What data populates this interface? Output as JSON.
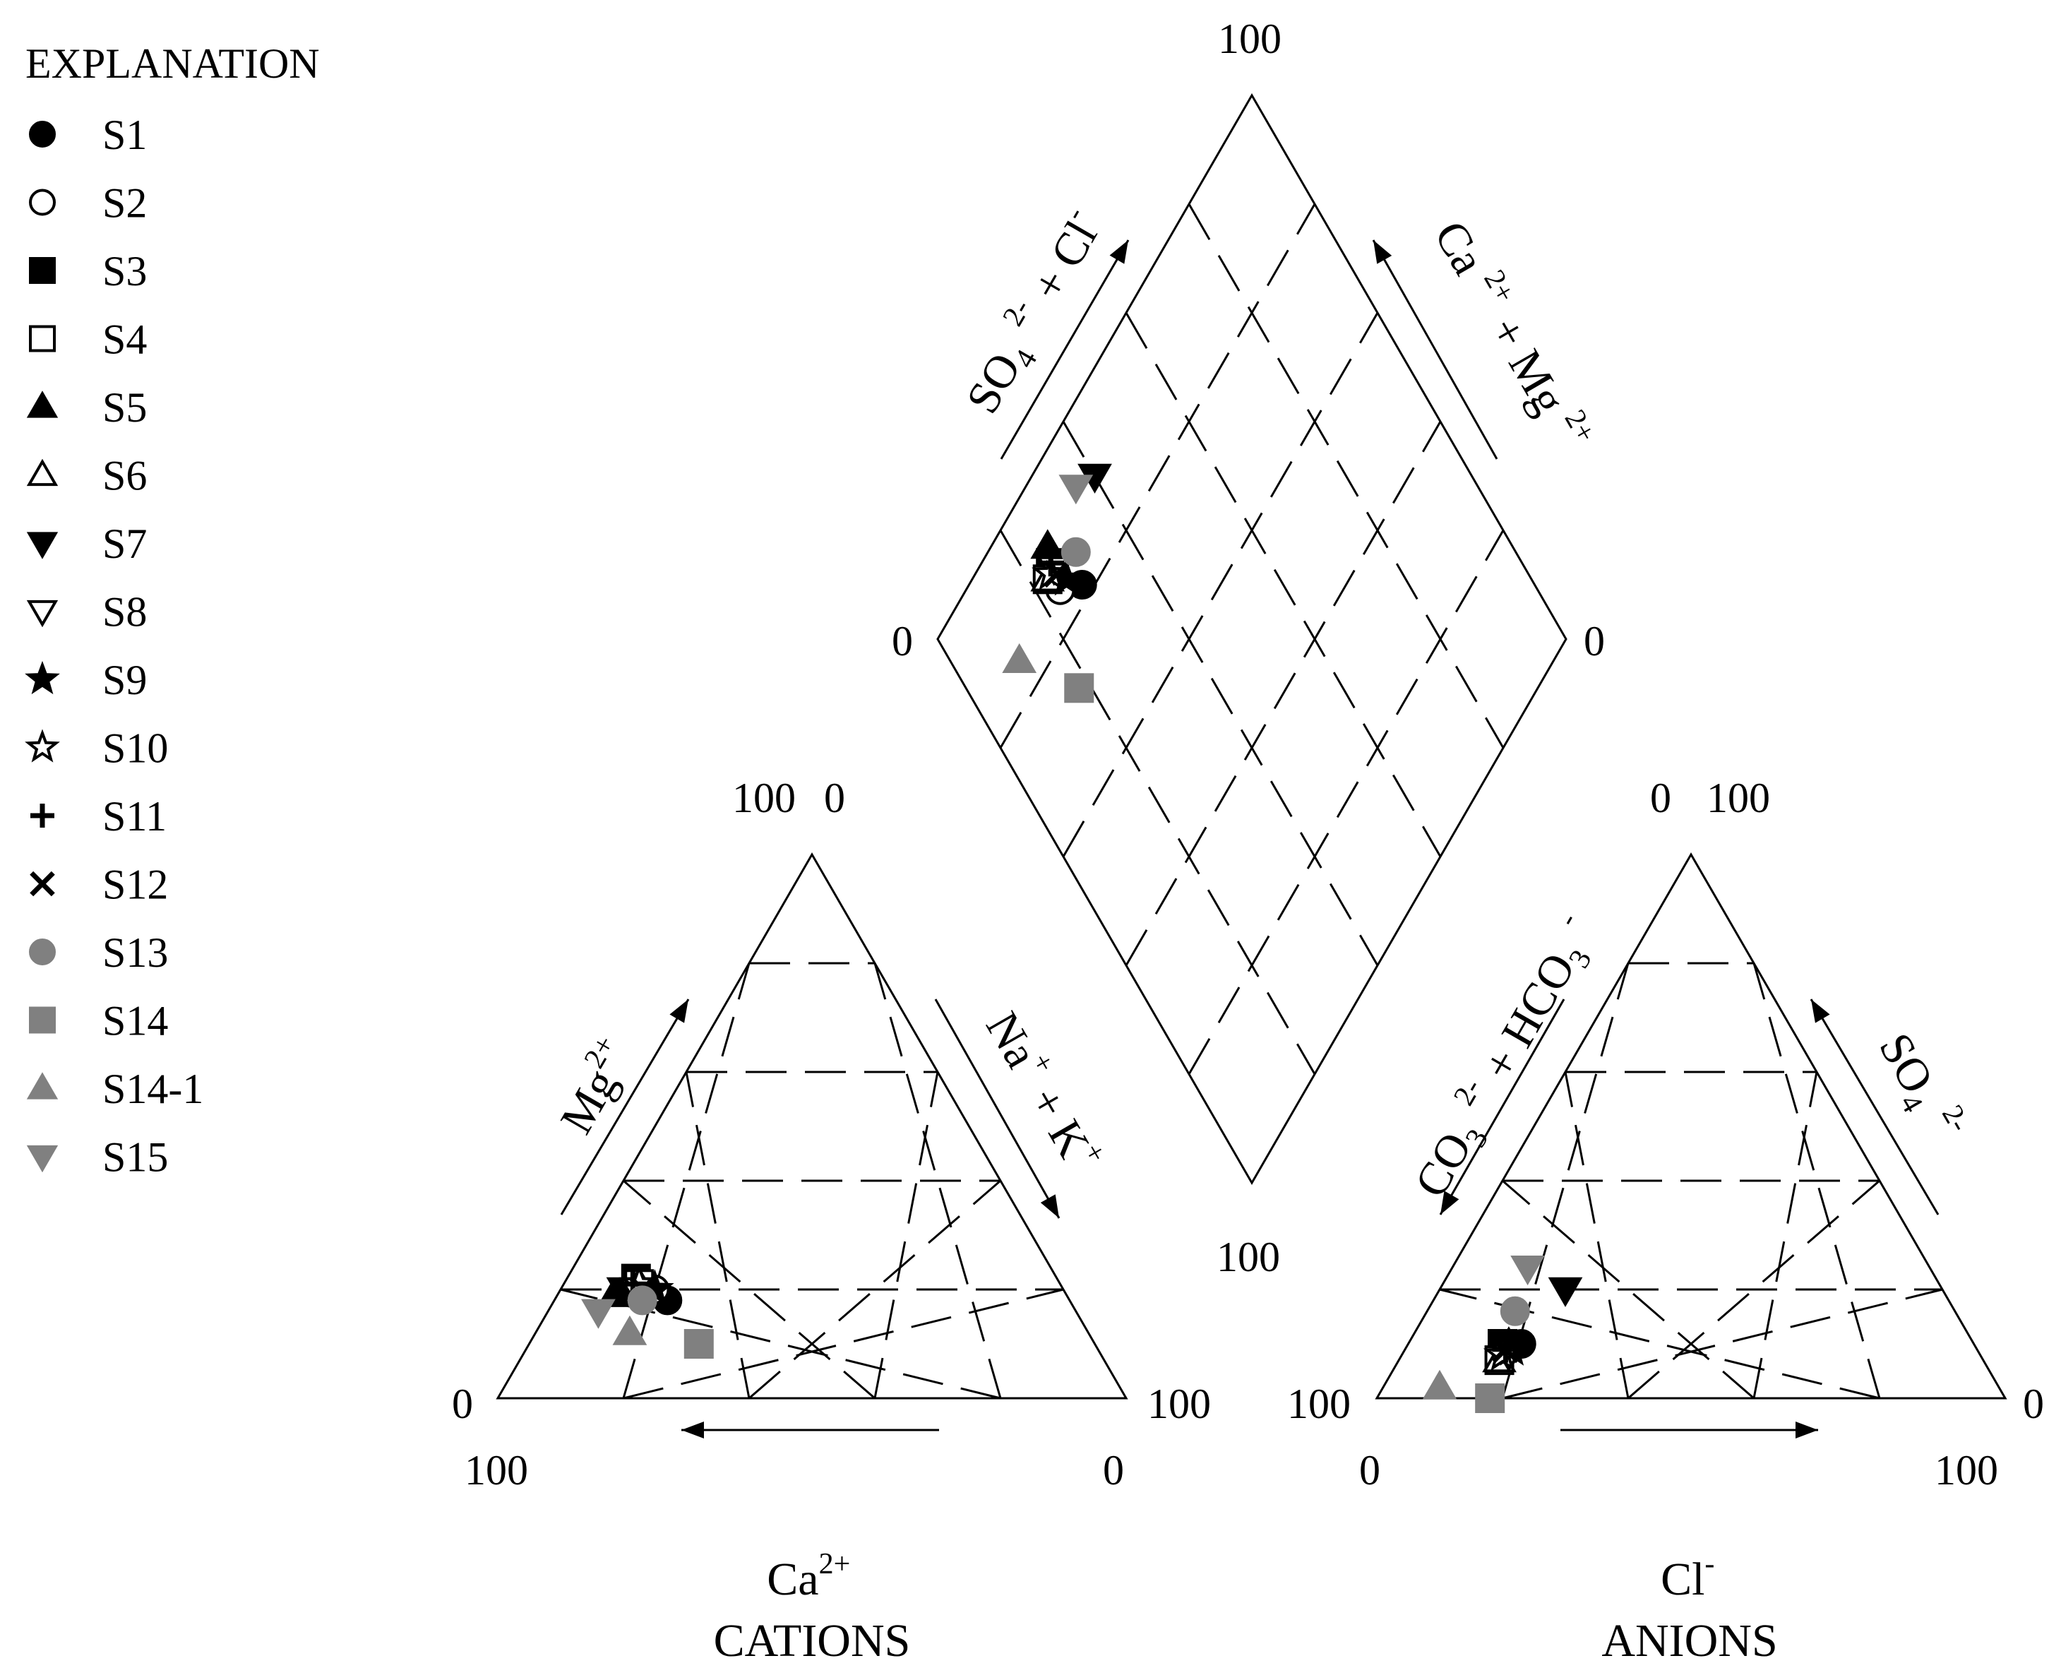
{
  "chart_data": {
    "type": "scatter",
    "title": "",
    "legend": {
      "title": "EXPLANATION",
      "placement": "top-left",
      "entries": [
        {
          "label": "S1",
          "marker": "circle",
          "fill": "filled",
          "color": "#000000"
        },
        {
          "label": "S2",
          "marker": "circle",
          "fill": "open",
          "color": "#000000"
        },
        {
          "label": "S3",
          "marker": "square",
          "fill": "filled",
          "color": "#000000"
        },
        {
          "label": "S4",
          "marker": "square",
          "fill": "open",
          "color": "#000000"
        },
        {
          "label": "S5",
          "marker": "triangle-up",
          "fill": "filled",
          "color": "#000000"
        },
        {
          "label": "S6",
          "marker": "triangle-up",
          "fill": "open",
          "color": "#000000"
        },
        {
          "label": "S7",
          "marker": "triangle-down",
          "fill": "filled",
          "color": "#000000"
        },
        {
          "label": "S8",
          "marker": "triangle-down",
          "fill": "open",
          "color": "#000000"
        },
        {
          "label": "S9",
          "marker": "star",
          "fill": "filled",
          "color": "#000000"
        },
        {
          "label": "S10",
          "marker": "star",
          "fill": "open",
          "color": "#000000"
        },
        {
          "label": "S11",
          "marker": "plus",
          "fill": "filled",
          "color": "#000000"
        },
        {
          "label": "S12",
          "marker": "cross",
          "fill": "filled",
          "color": "#000000"
        },
        {
          "label": "S13",
          "marker": "circle",
          "fill": "filled",
          "color": "#808080"
        },
        {
          "label": "S14",
          "marker": "square",
          "fill": "filled",
          "color": "#808080"
        },
        {
          "label": "S14-1",
          "marker": "triangle-up",
          "fill": "filled",
          "color": "#808080"
        },
        {
          "label": "S15",
          "marker": "triangle-down",
          "fill": "filled",
          "color": "#808080"
        }
      ]
    },
    "cation_triangle": {
      "title": "CATIONS",
      "axis_labels": {
        "left": "Mg",
        "left_sup": "2+",
        "right": "Na",
        "right_sup": "+",
        "right2": "+ K",
        "right2_sup": "+",
        "bottom": "Ca",
        "bottom_sup": "2+"
      },
      "tick_labels": {
        "apex_left": "100",
        "apex_right": "0",
        "left_corner_upper": "0",
        "left_corner_lower": "100",
        "right_corner_upper": "100",
        "right_corner_lower": "0"
      }
    },
    "anion_triangle": {
      "title": "ANIONS",
      "axis_labels": {
        "left": "CO",
        "left_sub": "3",
        "left_sup": "2-",
        "left2": "+ HCO",
        "left2_sub": "3",
        "left2_sup": "-",
        "right": "SO",
        "right_sub": "4",
        "right_sup": "2-",
        "bottom": "Cl",
        "bottom_sup": "-"
      },
      "tick_labels": {
        "apex_left": "0",
        "apex_right": "100",
        "left_corner_upper": "100",
        "left_corner_lower": "0",
        "right_corner_upper": "0",
        "right_corner_lower": "100"
      }
    },
    "diamond": {
      "axis_labels": {
        "upper_left": "SO",
        "upper_left_sub": "4",
        "upper_left_sup": "2-",
        "upper_left2": "+ Cl",
        "upper_left2_sup": "-",
        "upper_right": "Ca",
        "upper_right_sup": "2+",
        "upper_right2": "+ Mg",
        "upper_right2_sup": "2+"
      },
      "tick_labels": {
        "top": "100",
        "left": "0",
        "right": "0",
        "bottom": "100"
      }
    },
    "grid": "dashed, 20% intervals",
    "samples": [
      {
        "name": "S1",
        "ca": 64,
        "mg": 18,
        "nak": 18,
        "co3hco3": 72,
        "so4": 10,
        "cl": 18
      },
      {
        "name": "S2",
        "ca": 65,
        "mg": 20,
        "nak": 15,
        "co3hco3": 76,
        "so4": 8,
        "cl": 16
      },
      {
        "name": "S3",
        "ca": 67,
        "mg": 22,
        "nak": 11,
        "co3hco3": 75,
        "so4": 10,
        "cl": 15
      },
      {
        "name": "S4",
        "ca": 67,
        "mg": 21,
        "nak": 12,
        "co3hco3": 77,
        "so4": 7,
        "cl": 16
      },
      {
        "name": "S5",
        "ca": 72,
        "mg": 19,
        "nak": 9,
        "co3hco3": 74,
        "so4": 10,
        "cl": 16
      },
      {
        "name": "S6",
        "ca": 67,
        "mg": 21,
        "nak": 12,
        "co3hco3": 77,
        "so4": 7,
        "cl": 16
      },
      {
        "name": "S7",
        "ca": 70,
        "mg": 20,
        "nak": 10,
        "co3hco3": 60,
        "so4": 20,
        "cl": 20
      },
      {
        "name": "S8",
        "ca": 68,
        "mg": 20,
        "nak": 12,
        "co3hco3": 75,
        "so4": 8,
        "cl": 17
      },
      {
        "name": "S9",
        "ca": 65,
        "mg": 20,
        "nak": 15,
        "co3hco3": 74,
        "so4": 9,
        "cl": 17
      },
      {
        "name": "S10",
        "ca": 67,
        "mg": 21,
        "nak": 12,
        "co3hco3": 76,
        "so4": 8,
        "cl": 16
      },
      {
        "name": "S11",
        "ca": 68,
        "mg": 21,
        "nak": 11,
        "co3hco3": 75,
        "so4": 9,
        "cl": 16
      },
      {
        "name": "S12",
        "ca": 67,
        "mg": 20,
        "nak": 13,
        "co3hco3": 75,
        "so4": 9,
        "cl": 16
      },
      {
        "name": "S13",
        "ca": 68,
        "mg": 18,
        "nak": 14,
        "co3hco3": 70,
        "so4": 16,
        "cl": 14
      },
      {
        "name": "S14",
        "ca": 63,
        "mg": 10,
        "nak": 27,
        "co3hco3": 82,
        "so4": 0,
        "cl": 18
      },
      {
        "name": "S14-1",
        "ca": 73,
        "mg": 12,
        "nak": 15,
        "co3hco3": 89,
        "so4": 2,
        "cl": 9
      },
      {
        "name": "S15",
        "ca": 76,
        "mg": 16,
        "nak": 8,
        "co3hco3": 64,
        "so4": 24,
        "cl": 12
      }
    ]
  }
}
